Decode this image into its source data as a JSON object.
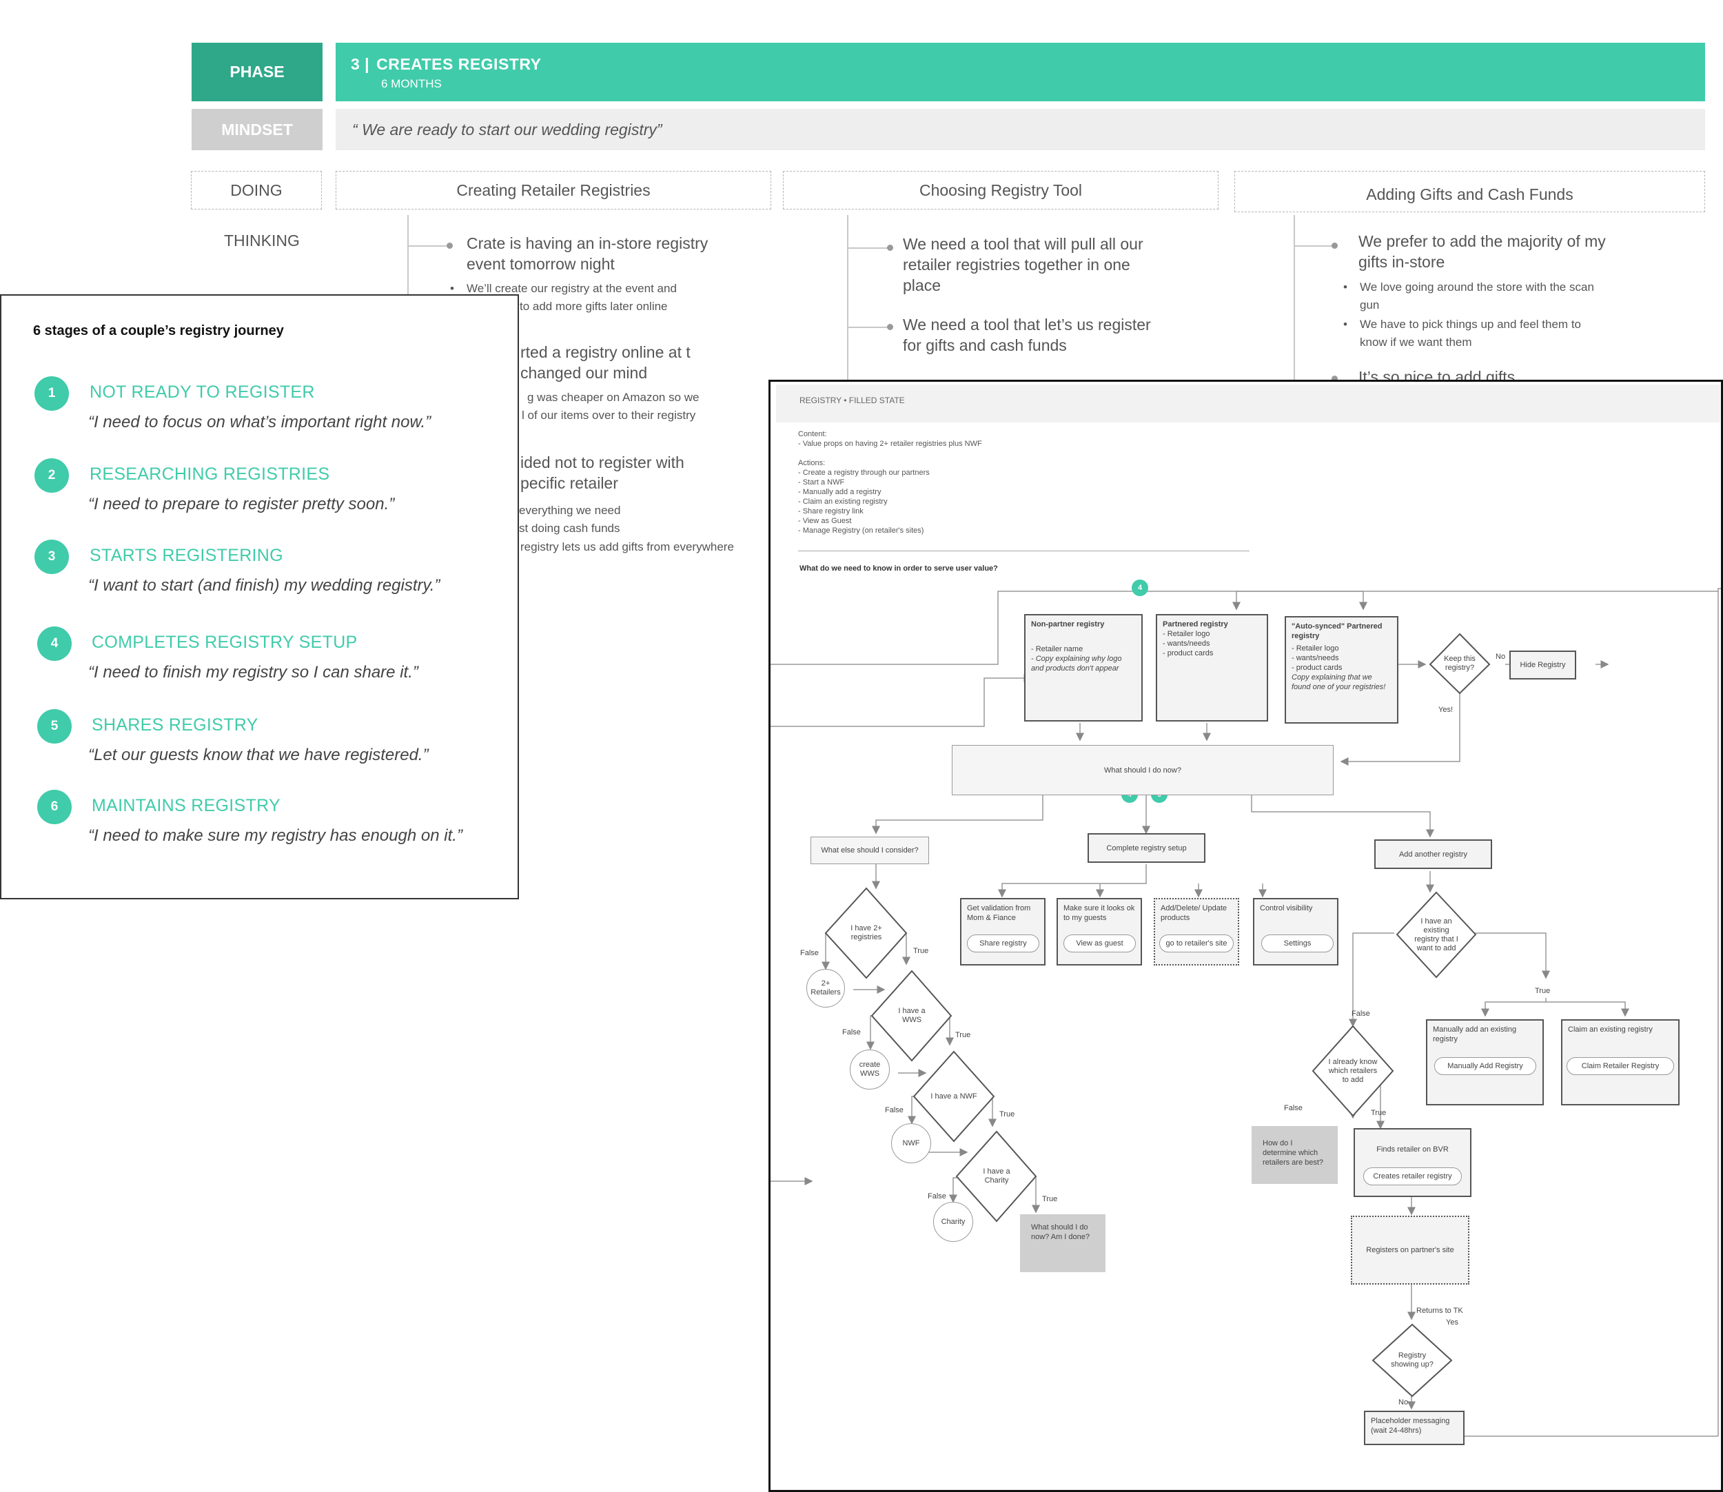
{
  "journey": {
    "phase_label": "PHASE",
    "phase_number": "3 |",
    "phase_title": "CREATES REGISTRY",
    "phase_duration": "6 MONTHS",
    "mindset_label": "MINDSET",
    "mindset_quote": "“ We are ready to start our wedding registry”",
    "doing_label": "DOING",
    "thinking_label": "THINKING",
    "columns": [
      {
        "doing": "Creating Retailer Registries",
        "thoughts": [
          {
            "text": "Crate is having an in-store registry event tomorrow night",
            "subs": [
              "We’ll create our registry at the event and",
              "to add more gifts later online"
            ]
          },
          {
            "text": "rted a registry online at t changed our mind",
            "subs": [
              "g was cheaper on Amazon so we",
              "l of our items over to their registry"
            ]
          },
          {
            "text": "ided not to register with pecific retailer",
            "subs": [
              "everything we need",
              "st doing cash funds",
              "registry lets us add gifts from everywhere"
            ]
          }
        ]
      },
      {
        "doing": "Choosing Registry Tool",
        "thoughts": [
          {
            "text": "We need a tool that will pull all our retailer registries together in one place",
            "subs": []
          },
          {
            "text": "We need a tool that let’s us register for gifts and cash funds",
            "subs": []
          }
        ]
      },
      {
        "doing": "Adding Gifts and Cash Funds",
        "thoughts": [
          {
            "text": "We prefer to add the majority of my gifts in-store",
            "subs": [
              "We love going around the store with the scan gun",
              "We have to pick things up and feel them to know if we want them"
            ]
          },
          {
            "text": "It’s so nice to add gifts",
            "subs": []
          }
        ]
      }
    ]
  },
  "stages_card": {
    "title": "6 stages of a couple’s registry journey",
    "stages": [
      {
        "num": "1",
        "title": "NOT READY TO REGISTER",
        "quote": "“I need to focus on what’s important right now.”"
      },
      {
        "num": "2",
        "title": "RESEARCHING REGISTRIES",
        "quote": "“I need to prepare to register pretty soon.”"
      },
      {
        "num": "3",
        "title": "STARTS REGISTERING",
        "quote": "“I want to start (and finish) my wedding registry.”"
      },
      {
        "num": "4",
        "title": "COMPLETES REGISTRY SETUP",
        "quote": "“I need to finish my registry so I can share it.”"
      },
      {
        "num": "5",
        "title": "SHARES REGISTRY",
        "quote": "“Let our guests know that we have registered.”"
      },
      {
        "num": "6",
        "title": "MAINTAINS REGISTRY",
        "quote": "“I need to make sure my registry has enough on it.”"
      }
    ]
  },
  "flow": {
    "title": "REGISTRY • FILLED STATE",
    "content_lines": [
      "Content:",
      "- Value props on having 2+ retailer registries plus NWF",
      "",
      "Actions:",
      "- Create a registry through our partners",
      "- Start a NWF",
      "- Manually add a registry",
      "- Claim an existing registry",
      "- Share registry link",
      "- View as Guest",
      "- Manage Registry (on retailer's sites)"
    ],
    "question": "What do we need to know in order to serve user value?",
    "badges": {
      "top": "4",
      "mid_a": "4",
      "mid_b": "6"
    },
    "nonpartner": {
      "title": "Non-partner registry",
      "line1": "- Retailer name",
      "line2": "- Copy explaining why logo and products don't appear"
    },
    "partnered": {
      "title": "Partnered registry",
      "line1": "- Retailer logo",
      "line2": "- wants/needs",
      "line3": "- product cards"
    },
    "autosynced": {
      "title": "\"Auto-synced\" Partnered registry",
      "line1": "- Retailer logo",
      "line2": "- wants/needs",
      "line3": "- product cards",
      "line4": "Copy explaining that we found one of your registries!"
    },
    "keep": "Keep this registry?",
    "no": "No",
    "yes_exclaim": "Yes!",
    "hide": "Hide Registry",
    "what_now": "What should I do now?",
    "what_else": "What else should I consider?",
    "complete_setup": "Complete registry setup",
    "add_another": "Add another registry",
    "validation": {
      "text": "Get validation from Mom & Fiance",
      "button": "Share registry"
    },
    "looks_ok": {
      "text": "Make sure it looks ok to my guests",
      "button": "View as guest"
    },
    "add_delete": {
      "text": "Add/Delete/ Update products",
      "button": "go to retailer's site"
    },
    "visibility": {
      "text": "Control visibility",
      "button": "Settings"
    },
    "have_2": "I have 2+ registries",
    "retailers_2": "2+ Retailers",
    "have_wws": "I have a WWS",
    "create_wws": "create WWS",
    "have_nwf": "I have a NWF",
    "nwf": "NWF",
    "have_charity": "I have a Charity",
    "charity": "Charity",
    "done": "What should I do now? Am I done?",
    "false": "False",
    "true": "True",
    "existing": "I have an existing registry that I want to add",
    "manual": {
      "text": "Manually add an existing registry",
      "button": "Manually Add Registry"
    },
    "claim": {
      "text": "Claim an existing registry",
      "button": "Claim Retailer Registry"
    },
    "already_know": "I already know which retailers to add",
    "how_determine": "How do I determine which retailers are best?",
    "finds": {
      "text": "Finds retailer on BVR",
      "button": "Creates retailer registry"
    },
    "registers_partner": "Registers on partner's site",
    "returns": "Returns to TK",
    "yes": "Yes",
    "showing": "Registry showing up?",
    "placeholder": "Placeholder messaging (wait 24-48hrs)"
  }
}
